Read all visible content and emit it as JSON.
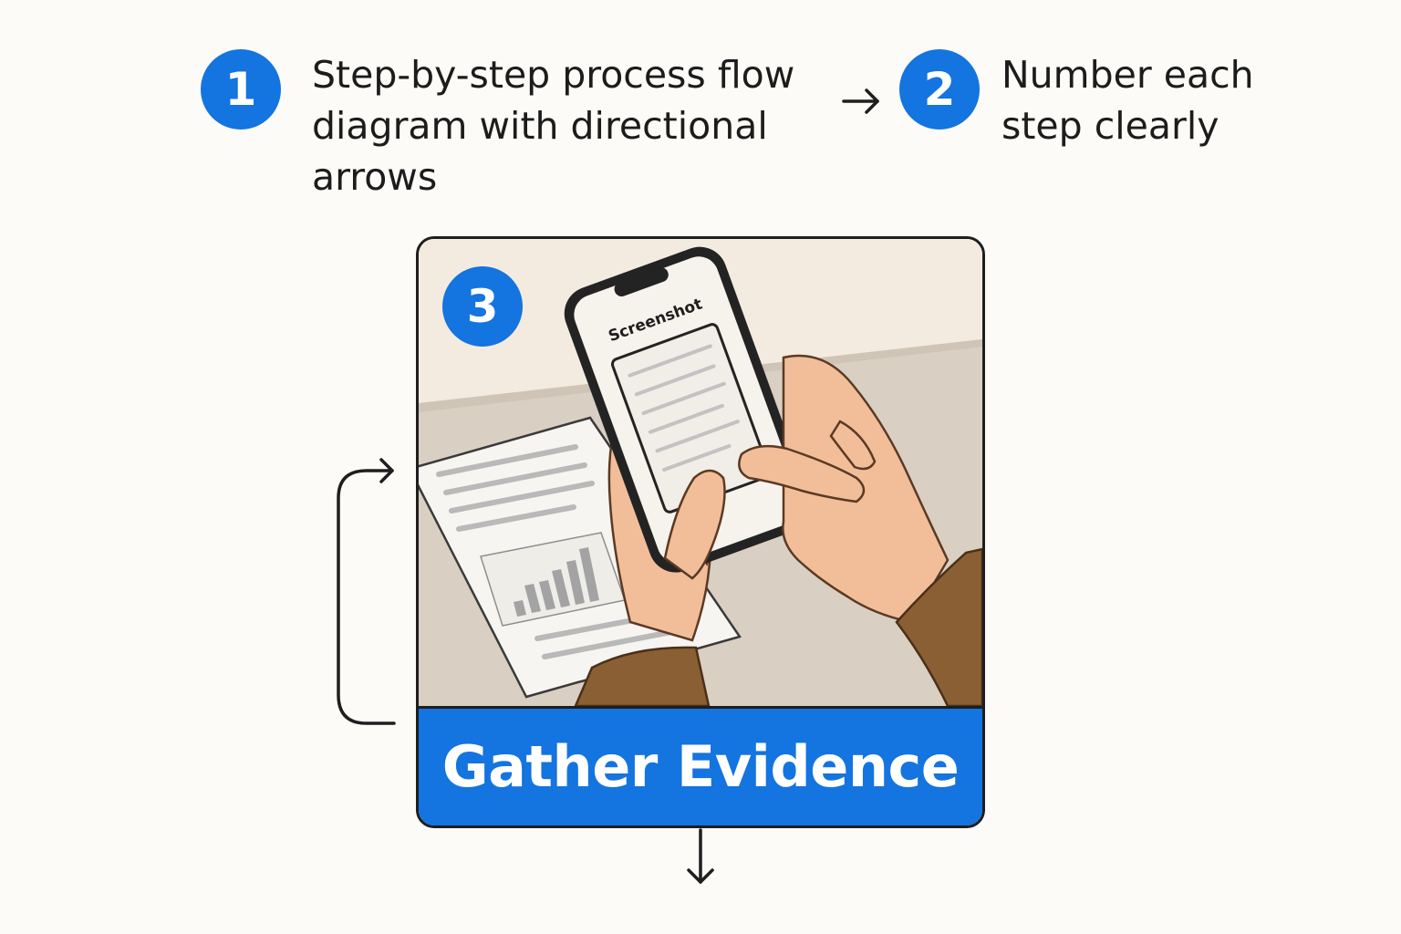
{
  "steps": [
    {
      "number": "1",
      "text": "Step-by-step process flow\ndiagram with directional\narrows"
    },
    {
      "number": "2",
      "text": "Number each\nstep clearly"
    }
  ],
  "card": {
    "number": "3",
    "title": "Gather Evidence",
    "phone_screen_label": "Screenshot"
  },
  "colors": {
    "accent": "#1474e0",
    "background": "#fcfbf8",
    "text": "#1c1c1c",
    "skin": "#f2be99",
    "sleeve": "#8a5f33"
  },
  "icons": [
    "arrow-right-icon",
    "loop-back-arrow-icon",
    "arrow-down-icon"
  ]
}
